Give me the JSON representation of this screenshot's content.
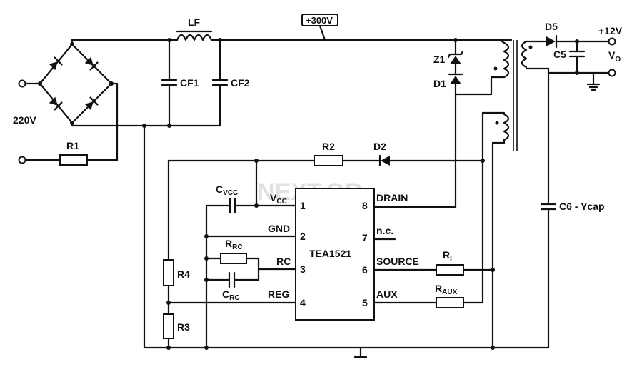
{
  "input": {
    "voltage_label": "220V"
  },
  "rail": {
    "label": "+300V"
  },
  "components": {
    "r1": "R1",
    "lf": "LF",
    "cf1": "CF1",
    "cf2": "CF2",
    "z1": "Z1",
    "d1": "D1",
    "d5": "D5",
    "c5": "C5",
    "r2": "R2",
    "d2": "D2",
    "r4": "R4",
    "r3": "R3",
    "c6": "C6 - Ycap",
    "cvcc": {
      "main": "C",
      "sub": "VCC"
    },
    "rrc": {
      "main": "R",
      "sub": "RC"
    },
    "crc": {
      "main": "C",
      "sub": "RC"
    },
    "ri": {
      "main": "R",
      "sub": "I"
    },
    "raux": {
      "main": "R",
      "sub": "AUX"
    }
  },
  "output": {
    "voltage": "+12V",
    "vo_main": "V",
    "vo_sub": "O"
  },
  "ic": {
    "name": "TEA1521",
    "left_pins": [
      {
        "num": "1",
        "label": "V",
        "sub": "CC"
      },
      {
        "num": "2",
        "label": "GND"
      },
      {
        "num": "3",
        "label": "RC"
      },
      {
        "num": "4",
        "label": "REG"
      }
    ],
    "right_pins": [
      {
        "num": "8",
        "label": "DRAIN"
      },
      {
        "num": "7",
        "label": "n.c."
      },
      {
        "num": "6",
        "label": "SOURCE"
      },
      {
        "num": "5",
        "label": "AUX"
      }
    ]
  },
  "watermark": "NEXT.GR"
}
